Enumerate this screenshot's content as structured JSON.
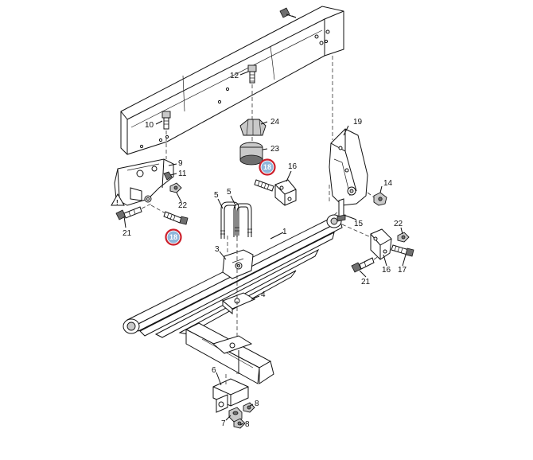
{
  "callouts": {
    "c1": "1",
    "c3": "3",
    "c4": "4",
    "c5a": "5",
    "c5b": "5",
    "c6": "6",
    "c7": "7",
    "c8a": "8",
    "c8b": "8",
    "c9": "9",
    "c10": "10",
    "c11": "11",
    "c12": "12",
    "c14": "14",
    "c15": "15",
    "c16a": "16",
    "c16b": "16",
    "c17": "17",
    "c18a": "18",
    "c18b": "18",
    "c19": "19",
    "c21a": "21",
    "c21b": "21",
    "c22a": "22",
    "c22b": "22",
    "c23": "23",
    "c24": "24"
  },
  "warning_symbol": "!",
  "highlight_color": "#cc1f2b"
}
